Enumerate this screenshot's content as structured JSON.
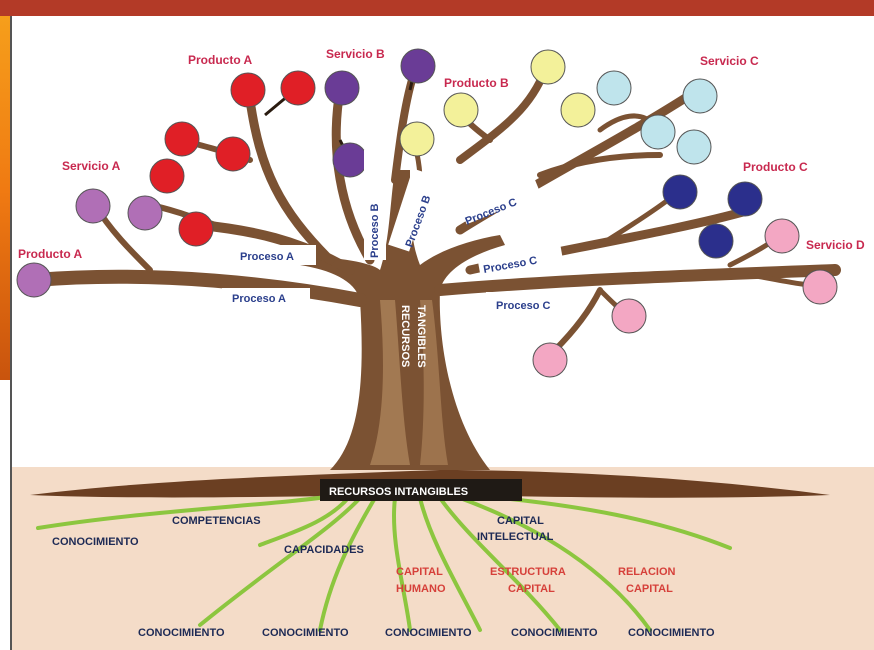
{
  "products": {
    "producto_a_top": "Producto  A",
    "servicio_b": "Servicio B",
    "producto_b": "Producto B",
    "servicio_c": "Servicio C",
    "servicio_a": "Servicio A",
    "producto_c": "Producto C",
    "producto_a_left": "Producto  A",
    "servicio_d": "Servicio D"
  },
  "processes": {
    "proceso_a_upper": "Proceso A",
    "proceso_a_lower": "Proceso A",
    "proceso_b_1": "Proceso B",
    "proceso_b_2": "Proceso B",
    "proceso_c_1": "Proceso C",
    "proceso_c_2": "Proceso C",
    "proceso_c_3": "Proceso C"
  },
  "trunk": {
    "line1": "RECURSOS",
    "line2": "TANGIBLES"
  },
  "ground": {
    "label": "RECURSOS INTANGIBLES"
  },
  "roots": {
    "competencias": "COMPETENCIAS",
    "conocimiento_left": "CONOCIMIENTO",
    "capacidades": "CAPACIDADES",
    "capital_intelectual_1": "CAPITAL",
    "capital_intelectual_2": "INTELECTUAL",
    "capital_humano_1": "CAPITAL",
    "capital_humano_2": "HUMANO",
    "estructura_1": "ESTRUCTURA",
    "estructura_2": "CAPITAL",
    "relacion_1": "RELACION",
    "relacion_2": "CAPITAL",
    "bottom": [
      "CONOCIMIENTO",
      "CONOCIMIENTO",
      "CONOCIMIENTO",
      "CONOCIMIENTO",
      "CONOCIMIENTO"
    ]
  },
  "colors": {
    "trunk": "#7b5233",
    "trunk_highlight": "#b48a5f",
    "ground": "#f4dcc8",
    "root": "#8cc63f",
    "red": "#e01f26",
    "purple_light": "#b06fb6",
    "purple_dark": "#6a3c96",
    "yellow": "#f3f19a",
    "cyan": "#bfe4ec",
    "navy": "#2b2f8c",
    "pink": "#f3a7c3"
  }
}
